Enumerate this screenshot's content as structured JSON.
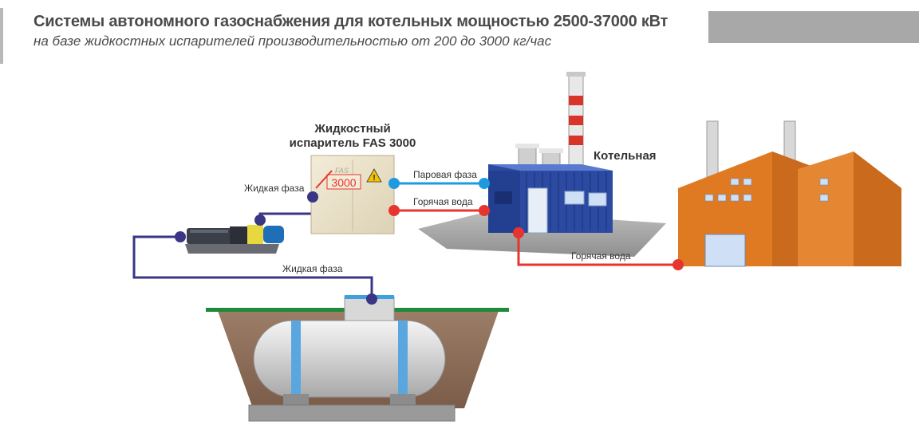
{
  "header": {
    "title": "Системы автономного газоснабжения для котельных мощностью 2500-37000 кВт",
    "subtitle": "на базе жидкостных испарителей производительностью от 200 до 3000 кг/час"
  },
  "diagram": {
    "evaporator_label_line1": "Жидкостный",
    "evaporator_label_line2": "испаритель FAS 3000",
    "evaporator_display": "3000",
    "evaporator_brand": "FAS",
    "boiler_label": "Котельная",
    "flows": {
      "liquid_phase_top": "Жидкая фаза",
      "liquid_phase_bottom": "Жидкая фаза",
      "vapor_phase": "Паровая фаза",
      "hot_water_top": "Горячая вода",
      "hot_water_bottom": "Горячая вода"
    }
  },
  "colors": {
    "liquid_line": "#3a3585",
    "vapor_line": "#1e9be0",
    "hot_water_line": "#e8342f",
    "boiler_blue": "#2a47a0",
    "factory_orange": "#e07a22",
    "ground_green": "#1e8a3a",
    "pit_soil": "#8a6a55"
  }
}
